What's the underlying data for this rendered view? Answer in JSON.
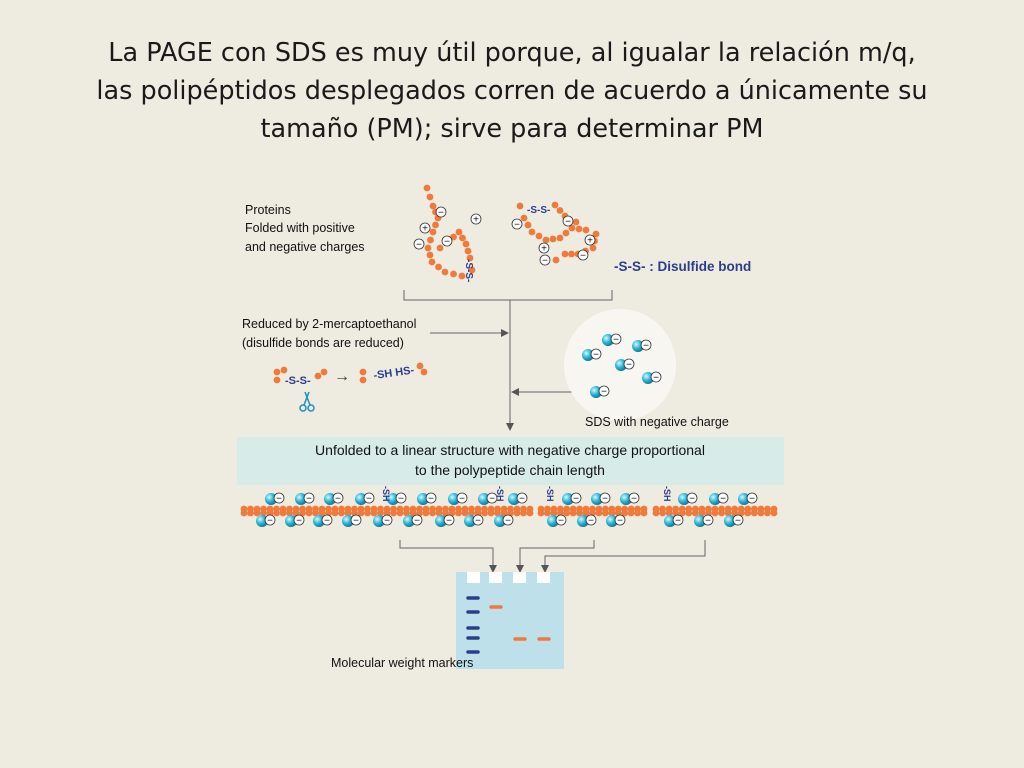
{
  "slide": {
    "title_lines": [
      "La PAGE con SDS es muy útil porque, al igualar la relación m/q,",
      "las polipéptidos desplegados corren de acuerdo a únicamente su",
      "tamaño (PM); sirve para determinar PM"
    ]
  },
  "diagram": {
    "proteins_label": [
      "Proteins",
      "Folded with positive",
      "and negative charges"
    ],
    "disulfide_label": "-S-S- : Disulfide bond",
    "reduced_label": [
      "Reduced by 2-mercaptoethanol",
      "(disulfide bonds are reduced)"
    ],
    "ss_text": "-S-S-",
    "sh_hs_text": "-SH HS-",
    "sds_label": "SDS with negative charge",
    "unfolded_label": [
      "Unfolded to a linear structure with negative charge proportional",
      "to the polypeptide chain length"
    ],
    "sh_text": "-SH",
    "markers_label": "Molecular weight markers",
    "minus": "−",
    "plus": "+",
    "colors": {
      "chain": "#ef7a3c",
      "sds": "#22b8d8",
      "band_marker": "#2c3d8f",
      "band_sample": "#ef7a3c",
      "gel": "#bde0ea",
      "banner": "#d7ece9",
      "bond_text": "#2c3d8f"
    }
  }
}
